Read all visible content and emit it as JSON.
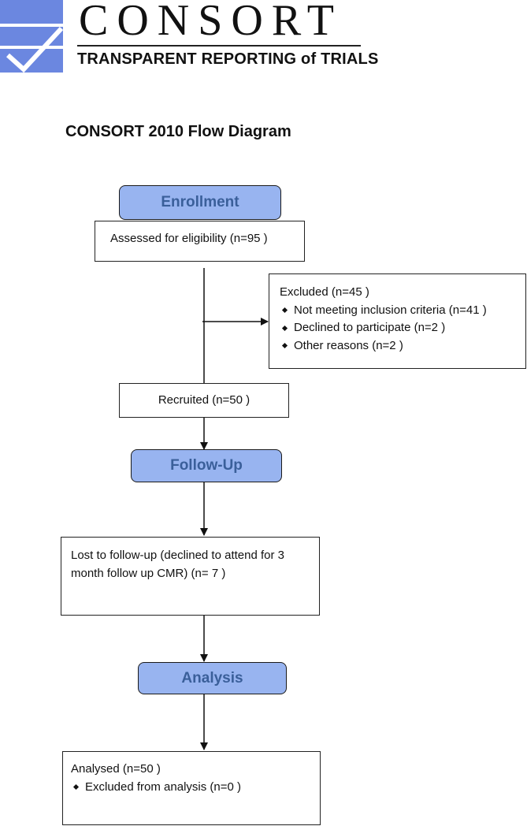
{
  "logo": {
    "wordmark": "CONSORT",
    "tagline": "TRANSPARENT REPORTING of TRIALS",
    "mark_color": "#6b87e0"
  },
  "title": "CONSORT 2010 Flow Diagram",
  "stages": {
    "enrollment": "Enrollment",
    "follow_up": "Follow-Up",
    "analysis": "Analysis"
  },
  "boxes": {
    "assessed": "Assessed for eligibility (n=95  )",
    "excluded": {
      "heading": "Excluded  (n=45   )",
      "items": [
        "Not meeting inclusion criteria (n=41  )",
        "Declined to participate (n=2  )",
        "Other reasons (n=2  )"
      ]
    },
    "recruited": "Recruited (n=50  )",
    "lost": {
      "line1": "Lost to follow-up (declined to attend for 3",
      "line2": "month follow up CMR) (n= 7 )"
    },
    "analysed": {
      "heading": "Analysed  (n=50  )",
      "items": [
        "Excluded from analysis  (n=0 )"
      ]
    }
  },
  "colors": {
    "stage_fill": "#98b4f0",
    "stage_text": "#3a5f9a"
  }
}
